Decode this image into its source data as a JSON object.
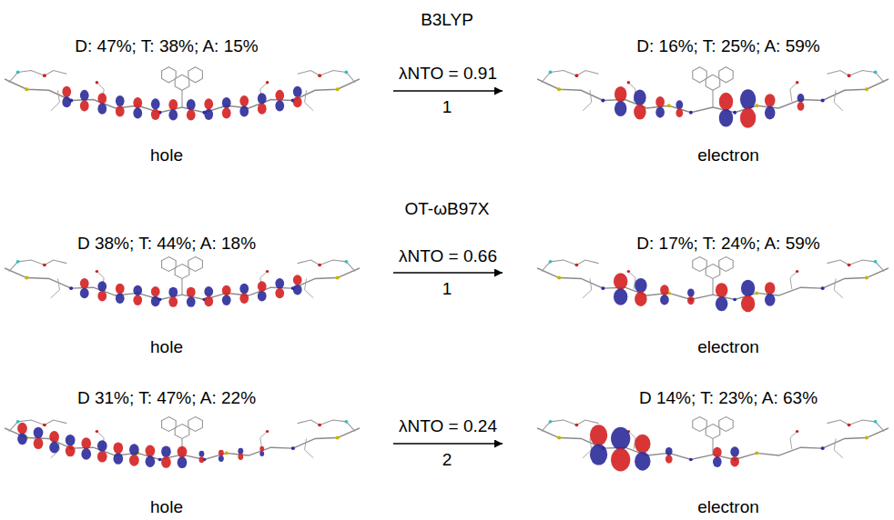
{
  "diagram": {
    "nodes": [
      {
        "text": [
          "D: 47%; T: 38%; A: 15%",
          "hole"
        ]
      },
      {
        "text": [
          "D: 16%; T: 25%; A: 59%",
          "electron"
        ]
      },
      {
        "text": [
          "D 38%; T: 44%; A: 18%",
          "hole"
        ]
      },
      {
        "text": [
          "D: 17%; T: 24%; A: 59%",
          "electron"
        ]
      },
      {
        "text": [
          "D 31%; T: 47%; A: 22%",
          "hole"
        ]
      },
      {
        "text": [
          "D 14%; T: 23%; A: 63%",
          "electron"
        ]
      }
    ],
    "edges": [
      {
        "from": 0,
        "to": 1,
        "arrow": "to",
        "label": "λNTO = 0.91"
      },
      {
        "from": 2,
        "to": 3,
        "arrow": "to",
        "label": "λNTO = 0.66"
      },
      {
        "from": 4,
        "to": 5,
        "arrow": "to",
        "label": "λNTO = 0.24"
      }
    ],
    "labels": [
      "B3LYP",
      "1",
      "OT-ωB97X",
      "1",
      "2"
    ]
  }
}
